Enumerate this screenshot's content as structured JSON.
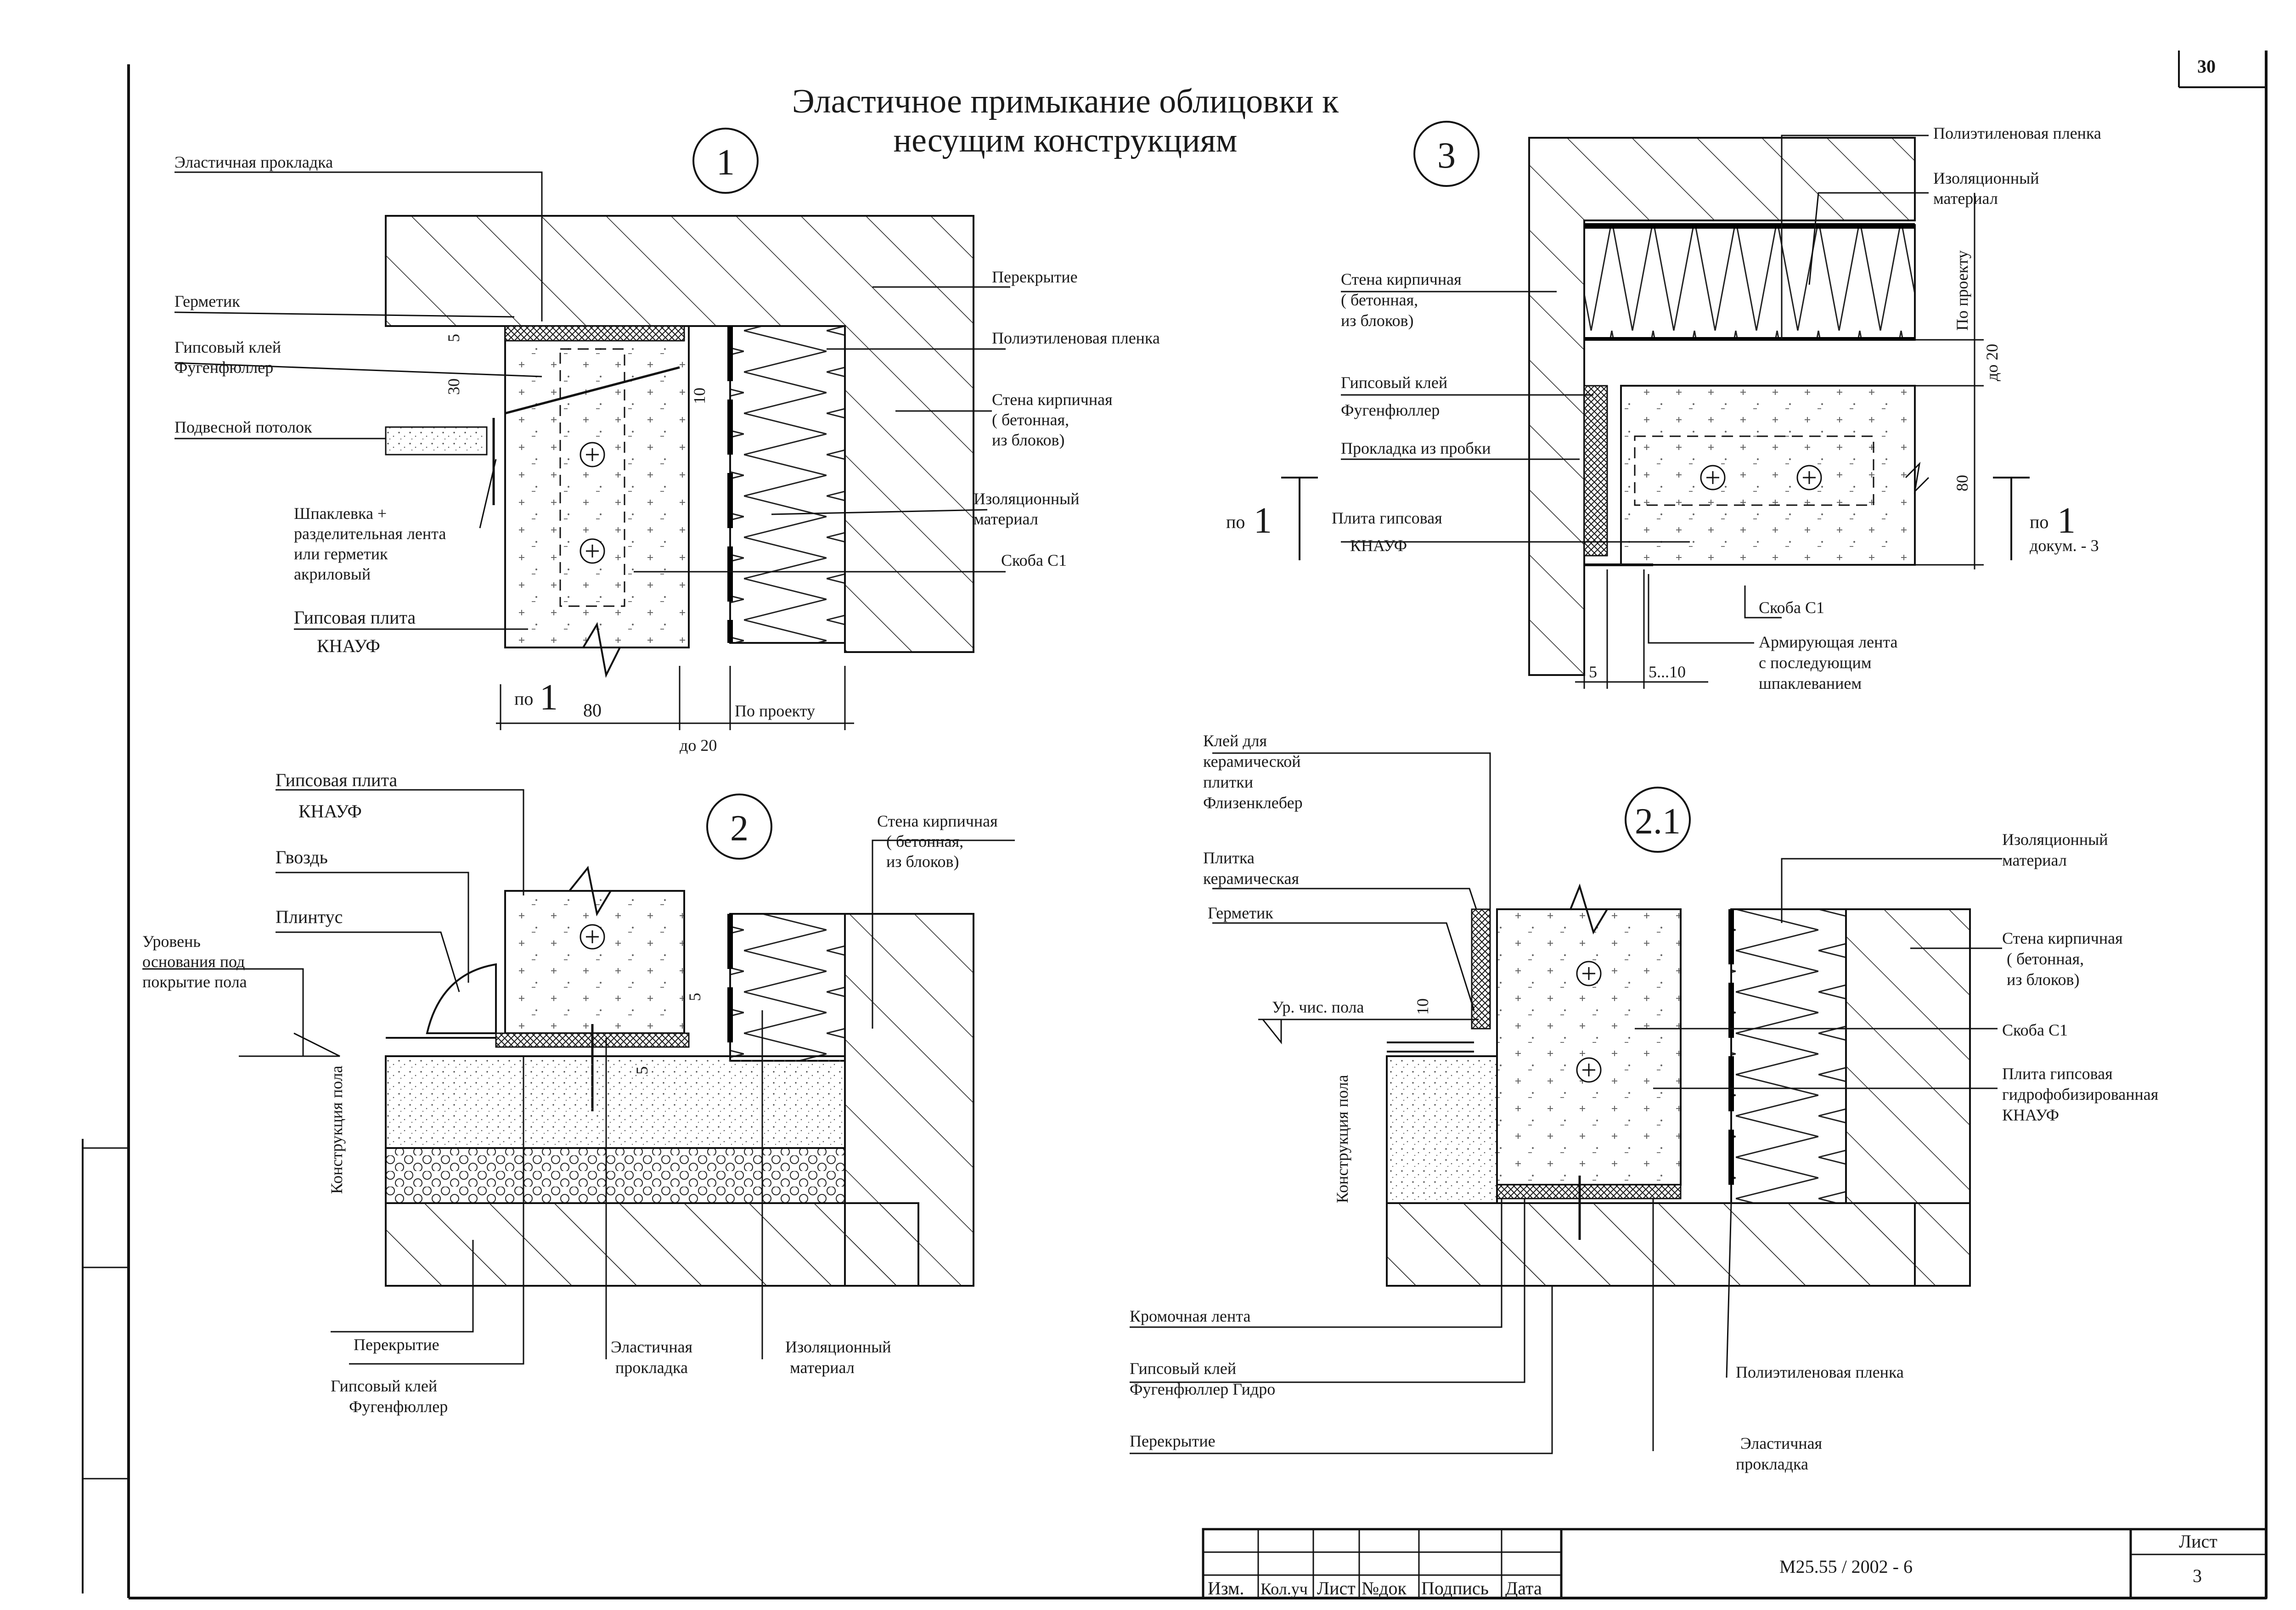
{
  "page_number": "30",
  "title": {
    "line1": "Эластичное примыкание облицовки к",
    "line2": "несущим конструкциям"
  },
  "details": {
    "d1": {
      "number": "1",
      "labels": {
        "elastic_pad": "Эластичная прокладка",
        "sealant": "Герметик",
        "gypsum_glue_1": "Гипсовый клей",
        "gypsum_glue_2": "Фугенфюллер",
        "suspended_ceiling": "Подвесной потолок",
        "putty_1": "Шпаклевка +",
        "putty_2": "разделительная лента",
        "putty_3": "или герметик",
        "putty_4": "акриловый",
        "board_1": "Гипсовая плита",
        "board_2": "КНАУФ",
        "slab": "Перекрытие",
        "pe_film": "Полиэтиленовая пленка",
        "wall_1": "Стена кирпичная",
        "wall_2": "( бетонная,",
        "wall_3": "из блоков)",
        "insulation_1": "Изоляционный",
        "insulation_2": "материал",
        "bracket": "Скоба С1",
        "ref_po": "по",
        "ref_1": "1"
      },
      "dims": {
        "d5": "5",
        "d30": "30",
        "d10": "10",
        "d80": "80",
        "do20": "до 20",
        "per_project": "По проекту"
      }
    },
    "d2": {
      "number": "2",
      "labels": {
        "board_1": "Гипсовая плита",
        "board_2": "КНАУФ",
        "nail": "Гвоздь",
        "plinth": "Плинтус",
        "level_1": "Уровень",
        "level_2": "основания под",
        "level_3": "покрытие пола",
        "floor_constr": "Конструкция пола",
        "wall_1": "Стена кирпичная",
        "wall_2": "( бетонная,",
        "wall_3": "из блоков)",
        "slab": "Перекрытие",
        "glue_1": "Гипсовый клей",
        "glue_2": "Фугенфюллер",
        "elastic_1": "Эластичная",
        "elastic_2": "прокладка",
        "insulation_1": "Изоляционный",
        "insulation_2": "материал"
      },
      "dims": {
        "d5a": "5",
        "d5b": "5"
      }
    },
    "d3": {
      "number": "3",
      "labels": {
        "pe_film": "Полиэтиленовая пленка",
        "insulation_1": "Изоляционный",
        "insulation_2": "материал",
        "wall_1": "Стена кирпичная",
        "wall_2": "( бетонная,",
        "wall_3": "из блоков)",
        "glue_1": "Гипсовый клей",
        "glue_2": "Фугенфюллер",
        "cork": "Прокладка из пробки",
        "board_1": "Плита гипсовая",
        "board_2": "КНАУФ",
        "bracket": "Скоба С1",
        "tape_1": "Армирующая лента",
        "tape_2": "с последующим",
        "tape_3": "шпаклеванием",
        "ref_left_po": "по",
        "ref_left_1": "1",
        "ref_right_po": "по",
        "ref_right_1": "1",
        "ref_right_doc": "докум. - 3"
      },
      "dims": {
        "per_project": "По проекту",
        "do20": "до 20",
        "d80": "80",
        "d5": "5",
        "d5_10": "5...10"
      }
    },
    "d21": {
      "number": "2.1",
      "labels": {
        "tile_glue_1": "Клей для",
        "tile_glue_2": "керамической",
        "tile_glue_3": "плитки",
        "tile_glue_4": "Флизенклебер",
        "tile_1": "Плитка",
        "tile_2": "керамическая",
        "sealant": "Герметик",
        "floor_level": "Ур. чис. пола",
        "floor_constr": "Конструкция пола",
        "insulation_1": "Изоляционный",
        "insulation_2": "материал",
        "wall_1": "Стена кирпичная",
        "wall_2": "( бетонная,",
        "wall_3": "из блоков)",
        "bracket": "Скоба С1",
        "board_1": "Плита гипсовая",
        "board_2": "гидрофобизированная",
        "board_3": "КНАУФ",
        "edge_tape": "Кромочная лента",
        "glue_1": "Гипсовый клей",
        "glue_2": "Фугенфюллер Гидро",
        "slab": "Перекрытие",
        "pe_film": "Полиэтиленовая пленка",
        "elastic_1": "Эластичная",
        "elastic_2": "прокладка"
      },
      "dims": {
        "d10": "10"
      }
    }
  },
  "stamp": {
    "headers": [
      "Изм.",
      "Кол.уч",
      "Лист",
      "№док",
      "Подпись",
      "Дата"
    ],
    "doc_code": "М25.55 / 2002 - 6",
    "sheet_label": "Лист",
    "sheet_number": "3"
  }
}
